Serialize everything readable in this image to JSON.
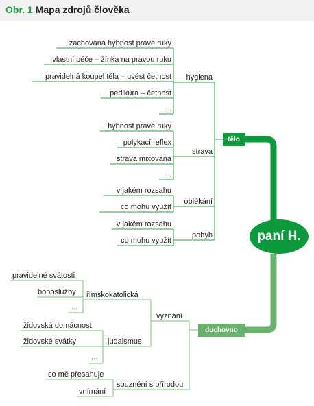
{
  "figure": {
    "number": "Obr. 1",
    "title": "Mapa zdrojů člověka"
  },
  "center": {
    "label": "paní H."
  },
  "telo": {
    "label": "tělo",
    "hygiena": {
      "label": "hygiena",
      "items": [
        "zachovaná hybnost pravé ruky",
        "vlastní péče – žínka na pravou ruku",
        "pravidelná koupel těla – uvést četnost",
        "pedikúra – četnost",
        "..."
      ]
    },
    "strava": {
      "label": "strava",
      "items": [
        "hybnost pravé ruky",
        "polykací reflex",
        "strava mixovaná",
        "..."
      ]
    },
    "oblekani": {
      "label": "oblékání",
      "items": [
        "v jakém rozsahu",
        "co mohu využít"
      ]
    },
    "pohyb": {
      "label": "pohyb",
      "items": [
        "v jakém rozsahu",
        "co mohu využít"
      ]
    }
  },
  "duchovno": {
    "label": "duchovno",
    "vyznani": {
      "label": "vyznání",
      "rimskokatolicka": {
        "label": "římskokatolická",
        "items": [
          "pravidelné svátosti",
          "bohoslužby",
          "..."
        ]
      },
      "judaismus": {
        "label": "judaismus",
        "items": [
          "židovská domácnost",
          "židovské svátky",
          "..."
        ]
      }
    },
    "souzneni": {
      "label": "souznění s přírodou",
      "items": [
        "co mě přesahuje",
        "vnímání"
      ]
    }
  },
  "colors": {
    "dark_green": "#0c9a3c",
    "light_green": "#6ab36f",
    "line_dark": "#2f9e4c",
    "line_light": "#7cbf80"
  }
}
